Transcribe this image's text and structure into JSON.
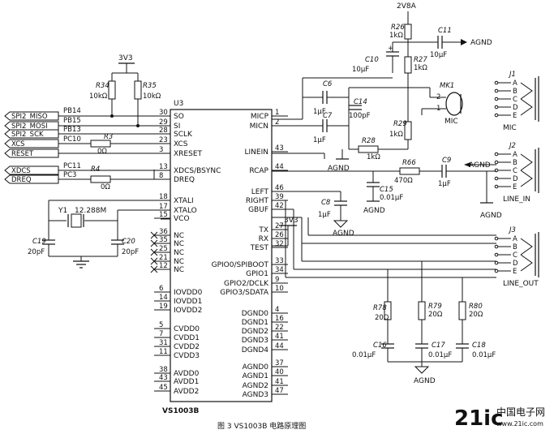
{
  "caption": "图 3   VS1003B 电路原理图",
  "watermark": {
    "brand": "21ic",
    "text": "中国电子网",
    "url": "www.21ic.com"
  },
  "chip": {
    "ref": "U3",
    "part": "VS1003B",
    "left_pins": [
      {
        "num": "30",
        "name": "SO"
      },
      {
        "num": "29",
        "name": "SI"
      },
      {
        "num": "28",
        "name": "SCLK"
      },
      {
        "num": "23",
        "name": "XCS"
      },
      {
        "num": "3",
        "name": "XRESET"
      },
      {
        "num": "13",
        "name": "XDCS/BSYNC"
      },
      {
        "num": "8",
        "name": "DREQ"
      },
      {
        "num": "18",
        "name": "XTALI"
      },
      {
        "num": "17",
        "name": "XTALO"
      },
      {
        "num": "15",
        "name": "VCO"
      },
      {
        "num": "36",
        "name": "NC"
      },
      {
        "num": "35",
        "name": "NC"
      },
      {
        "num": "25",
        "name": "NC"
      },
      {
        "num": "21",
        "name": "NC"
      },
      {
        "num": "12",
        "name": "NC"
      },
      {
        "num": "6",
        "name": "IOVDD0"
      },
      {
        "num": "14",
        "name": "IOVDD1"
      },
      {
        "num": "19",
        "name": "IOVDD2"
      },
      {
        "num": "5",
        "name": "CVDD0"
      },
      {
        "num": "7",
        "name": "CVDD1"
      },
      {
        "num": "31",
        "name": "CVDD2"
      },
      {
        "num": "11",
        "name": "CVDD3"
      },
      {
        "num": "38",
        "name": "AVDD0"
      },
      {
        "num": "43",
        "name": "AVDD1"
      },
      {
        "num": "45",
        "name": "AVDD2"
      }
    ],
    "right_pins": [
      {
        "num": "1",
        "name": "MICP"
      },
      {
        "num": "2",
        "name": "MICN"
      },
      {
        "num": "43",
        "name": "LINEIN"
      },
      {
        "num": "44",
        "name": "RCAP"
      },
      {
        "num": "46",
        "name": "LEFT"
      },
      {
        "num": "39",
        "name": "RIGHT"
      },
      {
        "num": "42",
        "name": "GBUF"
      },
      {
        "num": "27",
        "name": "TX"
      },
      {
        "num": "26",
        "name": "RX"
      },
      {
        "num": "32",
        "name": "TEST"
      },
      {
        "num": "33",
        "name": "GPIO0/SPIBOOT"
      },
      {
        "num": "34",
        "name": "GPIO1"
      },
      {
        "num": "9",
        "name": "GPIO2/DCLK"
      },
      {
        "num": "10",
        "name": "GPIO3/SDATA"
      },
      {
        "num": "4",
        "name": "DGND0"
      },
      {
        "num": "16",
        "name": "DGND1"
      },
      {
        "num": "22",
        "name": "DGND2"
      },
      {
        "num": "41",
        "name": "DGND3"
      },
      {
        "num": "44",
        "name": "DGND4"
      },
      {
        "num": "37",
        "name": "AGND0"
      },
      {
        "num": "40",
        "name": "AGND1"
      },
      {
        "num": "41",
        "name": "AGND2"
      },
      {
        "num": "47",
        "name": "AGND3"
      }
    ]
  },
  "mcu_signals": [
    {
      "name": "SPI2_MISO",
      "pin": "PB14"
    },
    {
      "name": "SPI2_MOSI",
      "pin": "PB15"
    },
    {
      "name": "SPI2_SCK",
      "pin": "PB13"
    },
    {
      "name": "XCS",
      "pin": "PC10"
    },
    {
      "name": "RESET",
      "pin": ""
    },
    {
      "name": "XDCS",
      "pin": "PC11"
    },
    {
      "name": "DREQ",
      "pin": "PC3"
    }
  ],
  "power": {
    "v3v3": "3V3",
    "v2v8a": "2V8A",
    "agnd": "AGND"
  },
  "parts": {
    "R34": {
      "ref": "R34",
      "value": "10kΩ"
    },
    "R35": {
      "ref": "R35",
      "value": "10kΩ"
    },
    "R3": {
      "ref": "R3",
      "value": "0Ω"
    },
    "R4": {
      "ref": "R4",
      "value": "0Ω"
    },
    "Y1": {
      "ref": "Y1",
      "value": "12.288M"
    },
    "C19": {
      "ref": "C19",
      "value": "20pF"
    },
    "C20": {
      "ref": "C20",
      "value": "20pF"
    },
    "R26": {
      "ref": "R26",
      "value": "1kΩ"
    },
    "R27": {
      "ref": "R27",
      "value": "1kΩ"
    },
    "C11": {
      "ref": "C11",
      "value": "10μF"
    },
    "C10": {
      "ref": "C10",
      "value": "10μF"
    },
    "C6": {
      "ref": "C6",
      "value": "1μF"
    },
    "C7": {
      "ref": "C7",
      "value": "1μF"
    },
    "C14": {
      "ref": "C14",
      "value": "100pF"
    },
    "R29": {
      "ref": "R29",
      "value": "1kΩ"
    },
    "R28": {
      "ref": "R28",
      "value": "1kΩ"
    },
    "MK1": {
      "ref": "MK1",
      "label": "MIC"
    },
    "R66": {
      "ref": "R66",
      "value": "470Ω"
    },
    "C9": {
      "ref": "C9",
      "value": "1μF"
    },
    "C15": {
      "ref": "C15",
      "value": "0.01μF"
    },
    "C8": {
      "ref": "C8",
      "value": "1μF"
    },
    "R78": {
      "ref": "R78",
      "value": "20Ω"
    },
    "R79": {
      "ref": "R79",
      "value": "20Ω"
    },
    "R80": {
      "ref": "R80",
      "value": "20Ω"
    },
    "C16": {
      "ref": "C16",
      "value": "0.01μF"
    },
    "C17": {
      "ref": "C17",
      "value": "0.01μF"
    },
    "C18": {
      "ref": "C18",
      "value": "0.01μF"
    }
  },
  "jacks": [
    {
      "ref": "J1",
      "name": "MIC",
      "pins": [
        "A",
        "B",
        "C",
        "D",
        "E"
      ]
    },
    {
      "ref": "J2",
      "name": "LINE_IN",
      "pins": [
        "A",
        "B",
        "C",
        "D",
        "E"
      ]
    },
    {
      "ref": "J3",
      "name": "LINE_OUT",
      "pins": [
        "A",
        "B",
        "C",
        "D",
        "E"
      ]
    }
  ],
  "mic_pins": [
    "2",
    "1"
  ]
}
